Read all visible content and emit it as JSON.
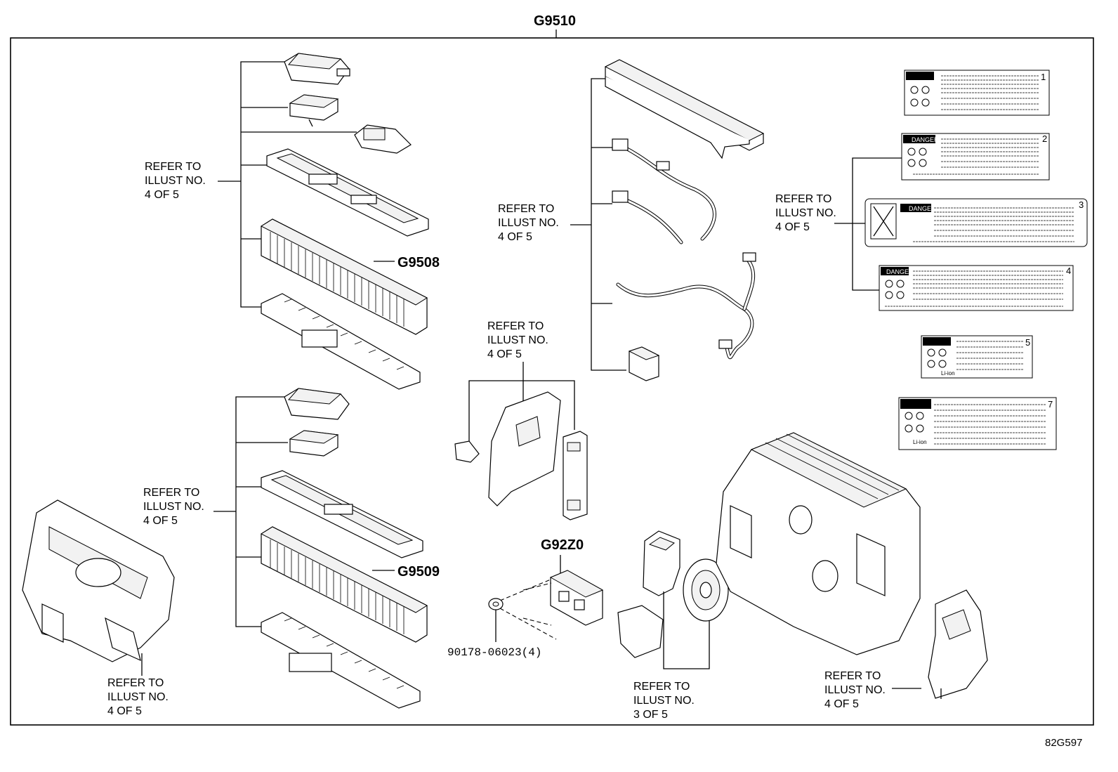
{
  "diagram": {
    "main_part_number": "G9510",
    "sub_part_numbers": {
      "upper_battery_stack": "G9508",
      "lower_battery_stack": "G9509",
      "relay_block": "G92Z0",
      "nut": "90178-06023(4)"
    },
    "refer_labels": {
      "upper_left": [
        "REFER TO",
        "ILLUST NO.",
        "4 OF 5"
      ],
      "lower_left": [
        "REFER TO",
        "ILLUST NO.",
        "4 OF 5"
      ],
      "bottom_left": [
        "REFER TO",
        "ILLUST NO.",
        "4 OF 5"
      ],
      "center": [
        "REFER TO",
        "ILLUST NO.",
        "4 OF 5"
      ],
      "wire_harness": [
        "REFER TO",
        "ILLUST NO.",
        "4 OF 5"
      ],
      "labels": [
        "REFER TO",
        "ILLUST NO.",
        "4 OF 5"
      ],
      "bottom_center": [
        "REFER TO",
        "ILLUST NO.",
        "3 OF 5"
      ],
      "bottom_right": [
        "REFER TO",
        "ILLUST NO.",
        "4 OF 5"
      ]
    },
    "label_numbers": [
      "1",
      "2",
      "3",
      "4",
      "5",
      "7"
    ],
    "label_texts": {
      "danger": "DANGER",
      "li_ion": "Li-ion"
    },
    "figure_code": "82G597"
  }
}
